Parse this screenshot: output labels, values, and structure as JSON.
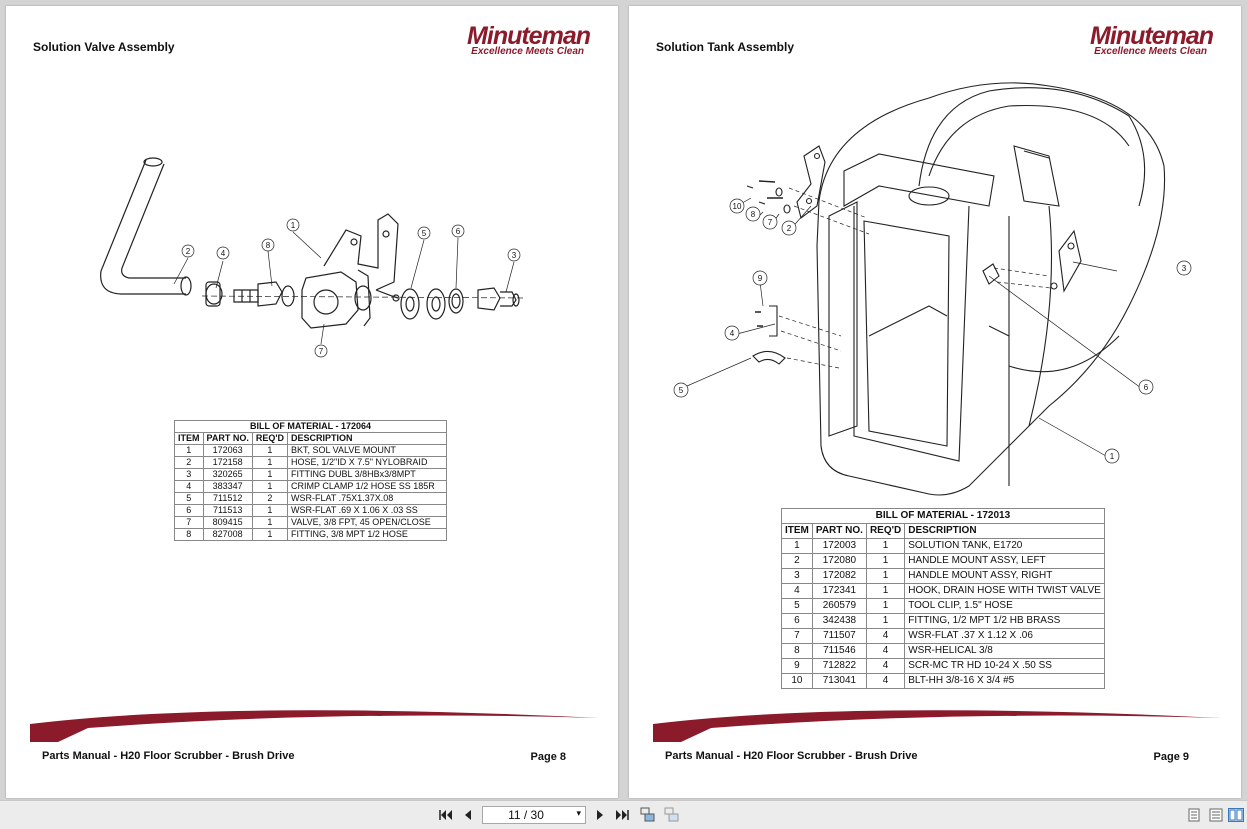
{
  "brand": {
    "name": "Minuteman",
    "tagline": "Excellence Meets Clean",
    "color": "#8b1a2b"
  },
  "pages": {
    "left": {
      "title": "Solution Valve Assembly",
      "footer": "Parts Manual - H20 Floor Scrubber - Brush Drive",
      "page_label": "Page 8",
      "callouts": [
        "1",
        "2",
        "3",
        "4",
        "5",
        "6",
        "7",
        "8"
      ],
      "bom": {
        "title": "BILL OF MATERIAL - 172064",
        "headers": [
          "ITEM",
          "PART NO.",
          "REQ'D",
          "DESCRIPTION"
        ],
        "rows": [
          [
            "1",
            "172063",
            "1",
            "BKT, SOL VALVE MOUNT"
          ],
          [
            "2",
            "172158",
            "1",
            "HOSE, 1/2\"ID X 7.5\"  NYLOBRAID"
          ],
          [
            "3",
            "320265",
            "1",
            "FITTING DUBL 3/8HBx3/8MPT"
          ],
          [
            "4",
            "383347",
            "1",
            "CRIMP CLAMP 1/2 HOSE SS 185R"
          ],
          [
            "5",
            "711512",
            "2",
            "WSR-FLAT .75X1.37X.08"
          ],
          [
            "6",
            "711513",
            "1",
            "WSR-FLAT .69 X 1.06 X .03 SS"
          ],
          [
            "7",
            "809415",
            "1",
            "VALVE, 3/8 FPT, 45 OPEN/CLOSE"
          ],
          [
            "8",
            "827008",
            "1",
            "FITTING, 3/8 MPT 1/2 HOSE"
          ]
        ]
      }
    },
    "right": {
      "title": "Solution Tank Assembly",
      "footer": "Parts Manual - H20 Floor Scrubber - Brush Drive",
      "page_label": "Page 9",
      "callouts": [
        "1",
        "2",
        "3",
        "4",
        "5",
        "6",
        "7",
        "8",
        "9",
        "10"
      ],
      "bom": {
        "title": "BILL OF MATERIAL - 172013",
        "headers": [
          "ITEM",
          "PART NO.",
          "REQ'D",
          "DESCRIPTION"
        ],
        "rows": [
          [
            "1",
            "172003",
            "1",
            "SOLUTION TANK, E1720"
          ],
          [
            "2",
            "172080",
            "1",
            "HANDLE MOUNT ASSY, LEFT"
          ],
          [
            "3",
            "172082",
            "1",
            "HANDLE MOUNT ASSY, RIGHT"
          ],
          [
            "4",
            "172341",
            "1",
            "HOOK, DRAIN HOSE WITH TWIST VALVE"
          ],
          [
            "5",
            "260579",
            "1",
            "TOOL CLIP, 1.5\" HOSE"
          ],
          [
            "6",
            "342438",
            "1",
            "FITTING, 1/2 MPT 1/2 HB BRASS"
          ],
          [
            "7",
            "711507",
            "4",
            "WSR-FLAT .37 X 1.12 X .06"
          ],
          [
            "8",
            "711546",
            "4",
            "WSR-HELICAL 3/8"
          ],
          [
            "9",
            "712822",
            "4",
            "SCR-MC TR HD 10-24 X .50 SS"
          ],
          [
            "10",
            "713041",
            "4",
            "BLT-HH 3/8-16 X 3/4 #5"
          ]
        ]
      }
    }
  },
  "toolbar": {
    "page_indicator": "11 / 30",
    "buttons": [
      "first-page-icon",
      "prev-page-icon",
      "next-page-icon",
      "last-page-icon",
      "single-page-view-icon",
      "two-page-view-icon",
      "scroll-view-icon",
      "facing-view-icon",
      "book-view-icon"
    ]
  }
}
